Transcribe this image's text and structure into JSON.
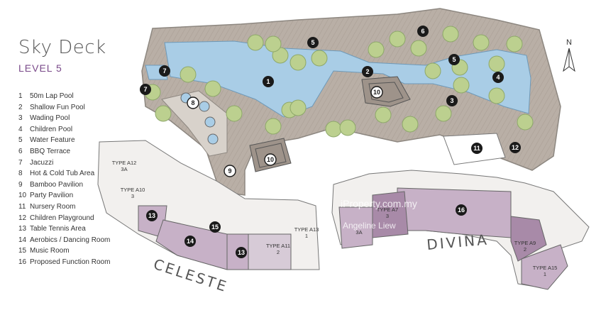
{
  "title": "Sky Deck",
  "level": "LEVEL 5",
  "compass": "N",
  "legend": [
    {
      "num": "1",
      "label": "50m Lap Pool"
    },
    {
      "num": "2",
      "label": "Shallow Fun Pool"
    },
    {
      "num": "3",
      "label": "Wading Pool"
    },
    {
      "num": "4",
      "label": "Children Pool"
    },
    {
      "num": "5",
      "label": "Water Feature"
    },
    {
      "num": "6",
      "label": "BBQ Terrace"
    },
    {
      "num": "7",
      "label": "Jacuzzi"
    },
    {
      "num": "8",
      "label": "Hot & Cold Tub Area"
    },
    {
      "num": "9",
      "label": "Bamboo Pavilion"
    },
    {
      "num": "10",
      "label": "Party Pavilion"
    },
    {
      "num": "11",
      "label": "Nursery Room"
    },
    {
      "num": "12",
      "label": "Children Playground"
    },
    {
      "num": "13",
      "label": "Table Tennis Area"
    },
    {
      "num": "14",
      "label": "Aerobics / Dancing Room"
    },
    {
      "num": "15",
      "label": "Music Room"
    },
    {
      "num": "16",
      "label": "Proposed Function Room"
    }
  ],
  "towers": {
    "celeste": "CELESTE",
    "divina": "DIVINA"
  },
  "units": {
    "a12_line1": "TYPE A12",
    "a12_line2": "3A",
    "a10_line1": "TYPE A10",
    "a10_line2": "3",
    "a11_line1": "TYPE A11",
    "a11_line2": "2",
    "a13_line1": "TYPE A13",
    "a13_line2": "1",
    "a7_line1": "TYPE A7",
    "a7_line2": "3",
    "a3a": "3A",
    "a9_line1": "TYPE A9",
    "a9_line2": "2",
    "a15_line1": "TYPE A15",
    "a15_line2": "1"
  },
  "watermark": {
    "site": "iProperty.com.my",
    "author": "Angeline Liew"
  },
  "colors": {
    "pool": "#a9cde6",
    "deck": "#b5aaa1",
    "accent": "#7a4a8a",
    "tower_purple": "#b59bb5"
  }
}
